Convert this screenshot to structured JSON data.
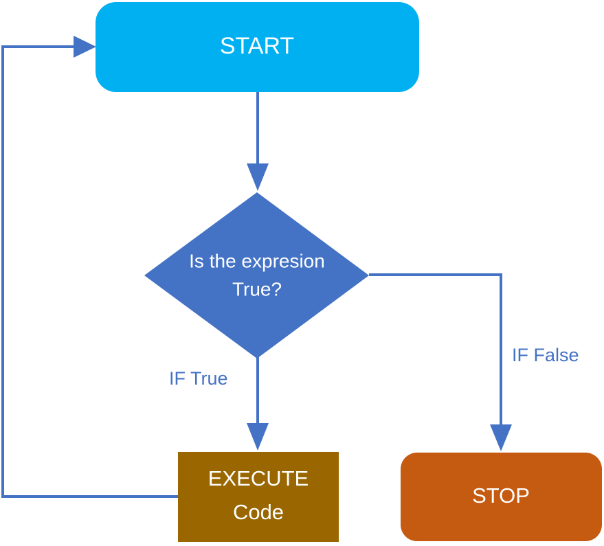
{
  "diagram": {
    "nodes": {
      "start": {
        "label": "START",
        "shape": "rounded-rectangle",
        "color": "#00b0f0"
      },
      "decision": {
        "label_line1": "Is the expresion",
        "label_line2": "True?",
        "shape": "diamond",
        "color": "#4472c4"
      },
      "execute": {
        "label_line1": "EXECUTE",
        "label_line2": "Code",
        "shape": "rectangle",
        "color": "#996600"
      },
      "stop": {
        "label": "STOP",
        "shape": "rounded-rectangle",
        "color": "#c55a11"
      }
    },
    "edges": {
      "true_branch": {
        "label": "IF True",
        "from": "decision",
        "to": "execute"
      },
      "false_branch": {
        "label": "IF False",
        "from": "decision",
        "to": "stop"
      },
      "start_to_decision": {
        "from": "start",
        "to": "decision"
      },
      "loop_back": {
        "from": "execute",
        "to": "start"
      }
    },
    "connector_color": "#4472c4"
  }
}
